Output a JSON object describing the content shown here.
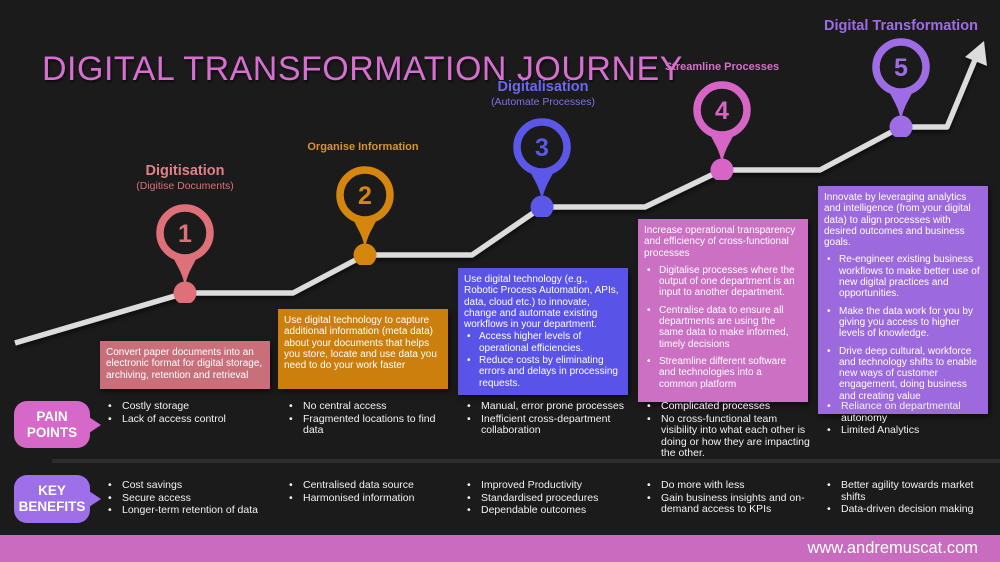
{
  "title": "DIGITAL TRANSFORMATION JOURNEY",
  "background_color": "#1b1b1b",
  "journey_line_color": "#dcdcdc",
  "stages": [
    {
      "number": "1",
      "name": "Digitisation",
      "subtitle": "(Digitise Documents)",
      "accent_color": "#dd7079",
      "box_color": "#c96f79",
      "description": "Convert paper documents into an electronic format for digital storage, archiving, retention and retrieval",
      "description_bullets": [],
      "pain_points": [
        "Costly storage",
        "Lack of access control"
      ],
      "key_benefits": [
        "Cost savings",
        "Secure access",
        "Longer-term retention of data"
      ]
    },
    {
      "number": "2",
      "name": "Organise Information",
      "subtitle": "",
      "accent_color": "#d5860f",
      "box_color": "#cd7f0e",
      "description": "Use digital technology to capture additional information (meta data) about your documents that helps you store, locate and use data you need to do your work faster",
      "description_bullets": [],
      "pain_points": [
        "No central access",
        "Fragmented locations to find data"
      ],
      "key_benefits": [
        "Centralised data source",
        "Harmonised information"
      ]
    },
    {
      "number": "3",
      "name": "Digitalisation",
      "subtitle": "(Automate Processes)",
      "accent_color": "#5b57e8",
      "box_color": "#5a53e8",
      "description": "Use digital technology (e.g., Robotic Process Automation, APIs, data, cloud etc.) to innovate, change and automate existing workflows in your department.",
      "description_bullets": [
        "Access higher levels of operational efficiencies.",
        "Reduce costs by eliminating errors and delays in processing requests."
      ],
      "pain_points": [
        "Manual, error prone processes",
        "Inefficient cross-department collaboration"
      ],
      "key_benefits": [
        "Improved Productivity",
        "Standardised procedures",
        "Dependable outcomes"
      ]
    },
    {
      "number": "4",
      "name": "Streamline Processes",
      "subtitle": "",
      "accent_color": "#d765c5",
      "box_color": "#cb70c2",
      "description": "Increase operational transparency and efficiency of cross-functional processes",
      "description_bullets": [
        "Digitalise processes where the output of one department is an input to another department.",
        "Centralise data to ensure all departments are using the same data to make informed, timely decisions",
        "Streamline different software and technologies into a common platform"
      ],
      "pain_points": [
        "Complicated processes",
        "No cross-functional team visibility into what each other is doing or how they are impacting the other."
      ],
      "key_benefits": [
        "Do more with less",
        "Gain business insights and on-demand access to KPIs"
      ]
    },
    {
      "number": "5",
      "name": "Digital Transformation",
      "subtitle": "",
      "accent_color": "#9e6ce4",
      "box_color": "#9c6add",
      "description": "Innovate by leveraging analytics and intelligence (from your digital data) to align processes with desired outcomes and business goals.",
      "description_bullets": [
        "Re-engineer existing business workflows to make better use of new digital practices and opportunities.",
        "Make the data work for you by giving you access to higher levels of knowledge.",
        "Drive deep cultural, workforce and technology shifts to enable new ways of customer engagement, doing business and creating value"
      ],
      "pain_points": [
        "Reliance on departmental autonomy",
        "Limited Analytics"
      ],
      "key_benefits": [
        "Better agility towards market shifts",
        "Data-driven decision making"
      ]
    }
  ],
  "pain_points": {
    "label": "PAIN POINTS",
    "color": "#d568c8"
  },
  "key_benefits": {
    "label": "KEY BENEFITS",
    "color": "#9d70ea"
  },
  "footer": {
    "website": "www.andremuscat.com",
    "bar_color": "#c96bbf"
  }
}
